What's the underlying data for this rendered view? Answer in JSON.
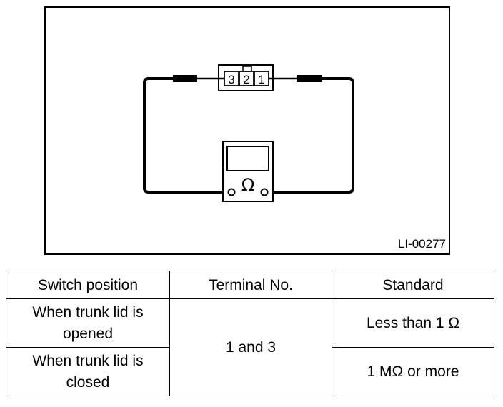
{
  "diagram": {
    "figure_id": "LI-00277",
    "connector_pins": [
      "3",
      "2",
      "1"
    ],
    "meter_symbol": "Ω"
  },
  "table": {
    "headers": [
      "Switch position",
      "Terminal No.",
      "Standard"
    ],
    "rows": [
      {
        "position": "When trunk lid is opened",
        "terminal": "1 and 3",
        "standard": "Less than 1 Ω"
      },
      {
        "position": "When trunk lid is closed",
        "terminal": "1 and 3",
        "standard": "1 MΩ or more"
      }
    ]
  }
}
